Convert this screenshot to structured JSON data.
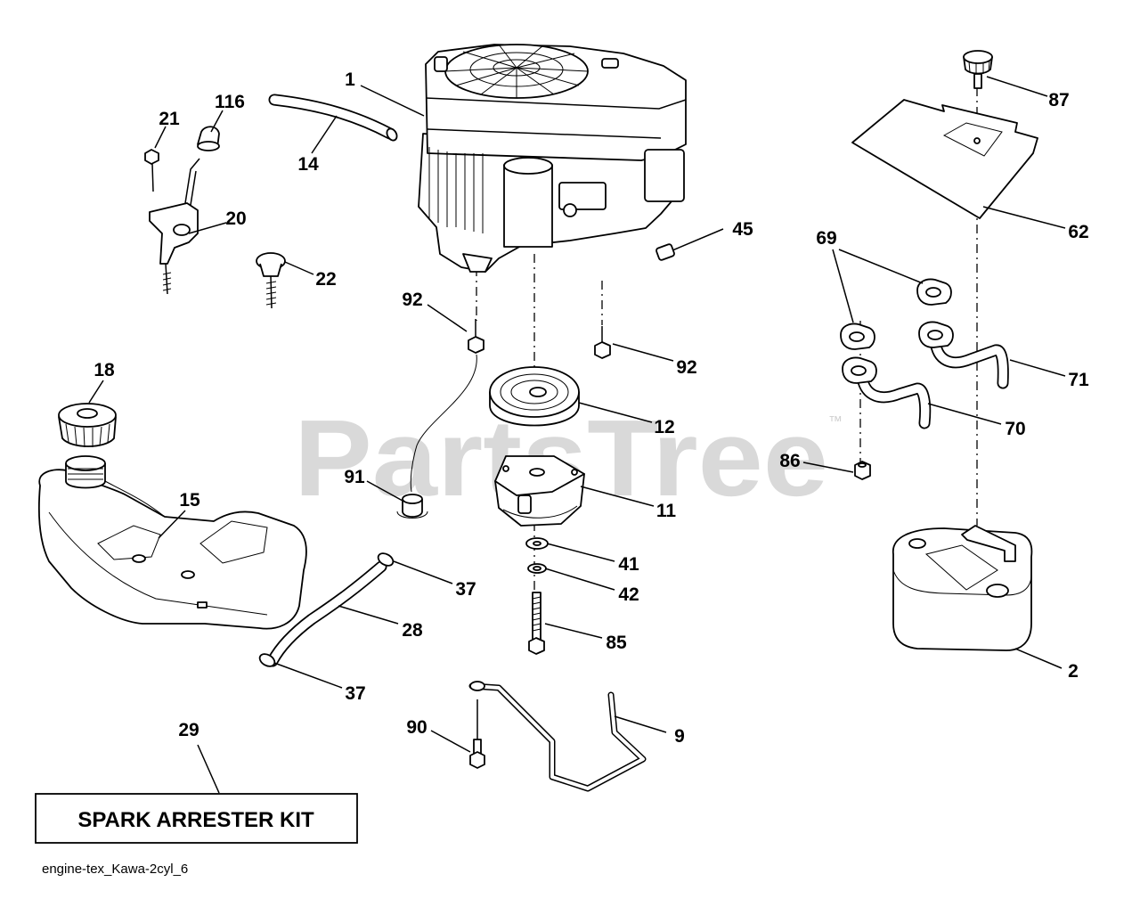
{
  "diagram": {
    "watermark": "PartsTree",
    "watermark_tm": "™",
    "kit_label": "SPARK ARRESTER KIT",
    "filename": "engine-tex_Kawa-2cyl_6"
  },
  "callouts": {
    "engine": "1",
    "throttle_knob": "116",
    "bolt_21": "21",
    "fuel_line_14": "14",
    "throttle_control": "20",
    "choke_knob": "22",
    "bolt_92_left": "92",
    "bolt_92_right": "92",
    "part_45": "45",
    "part_87": "87",
    "heat_shield": "62",
    "gaskets": "69",
    "exhaust_pipe_71": "71",
    "exhaust_pipe_70": "70",
    "nut_86": "86",
    "fuel_cap": "18",
    "fuel_tank": "15",
    "pulley": "12",
    "spacer": "91",
    "clutch": "11",
    "washer_41": "41",
    "washer_42": "42",
    "bolt_85": "85",
    "clamp_37_top": "37",
    "fuel_hose": "28",
    "clamp_37_bottom": "37",
    "bolt_90": "90",
    "bracket_9": "9",
    "spark_arrester_kit": "29",
    "muffler": "2"
  }
}
